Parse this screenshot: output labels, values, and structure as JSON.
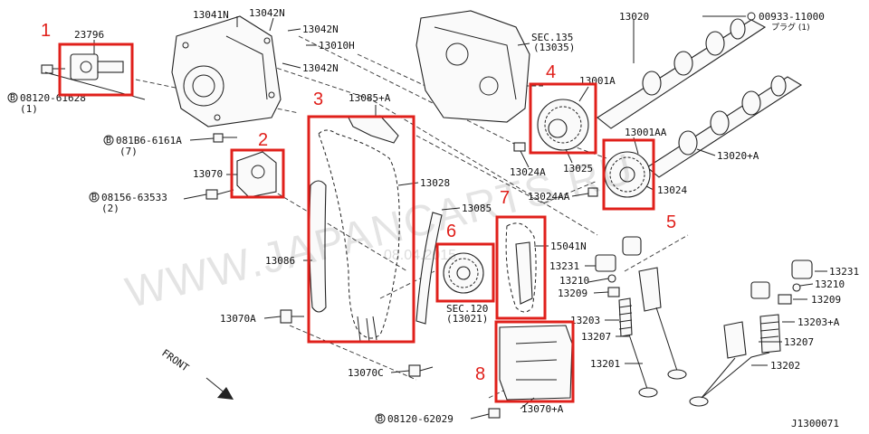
{
  "diagram": {
    "part_labels": {
      "p23796": "23796",
      "p13041N": "13041N",
      "p13042N_a": "13042N",
      "p13042N_b": "13042N",
      "p13010H": "13010H",
      "p13042N_c": "13042N",
      "p08120_61628": "08120-61628",
      "p08120_61628_qty": "(1)",
      "p13085A": "13085+A",
      "p081B6_6161A": "081B6-6161A",
      "p081B6_qty": "(7)",
      "p13070": "13070",
      "p08156_63533": "08156-63533",
      "p08156_qty": "(2)",
      "p13028": "13028",
      "p13086": "13086",
      "p13085": "13085",
      "p15041N": "15041N",
      "p13070A": "13070A",
      "p13070C": "13070C",
      "p08120_62029": "08120-62029",
      "p13070pA": "13070+A",
      "sec135": "SEC.135",
      "sec135_ref": "(13035)",
      "sec120": "SEC.120",
      "sec120_ref": "(13021)",
      "p13020": "13020",
      "p00933_11000": "00933-11000",
      "plug_note": "プラグ (1)",
      "p13001A": "13001A",
      "p13001AA": "13001AA",
      "p13020A": "13020+A",
      "p13024A": "13024A",
      "p13025": "13025",
      "p13024AA": "13024AA",
      "p13024": "13024",
      "p13231_l": "13231",
      "p13210_l": "13210",
      "p13209_l": "13209",
      "p13203_l": "13203",
      "p13207_l": "13207",
      "p13201": "13201",
      "p13231_r": "13231",
      "p13210_r": "13210",
      "p13209_r": "13209",
      "p13203A": "13203+A",
      "p13207_r": "13207",
      "p13202": "13202",
      "front": "FRONT",
      "drawing_id": "J1300071"
    },
    "callouts": [
      "1",
      "2",
      "3",
      "4",
      "5",
      "6",
      "7",
      "8"
    ],
    "watermark": "WWW.JAPANCARTS.RU",
    "watermark_date": "08.04.2015",
    "accent_color": "#e0201b",
    "icons": [
      "bolt-icon",
      "front-arrow-icon"
    ]
  }
}
